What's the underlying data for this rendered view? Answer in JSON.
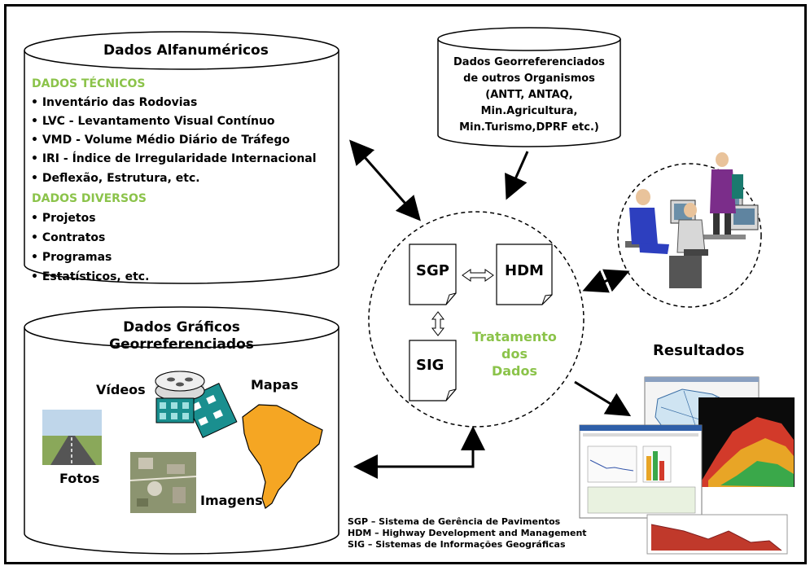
{
  "alpha": {
    "title": "Dados Alfanuméricos",
    "tech_header": "DADOS TÉCNICOS",
    "tech_items": [
      "• Inventário das Rodovias",
      "• LVC - Levantamento Visual Contínuo",
      "• VMD - Volume Médio Diário de Tráfego",
      "• IRI - Índice de Irregularidade Internacional",
      "• Deflexão, Estrutura, etc."
    ],
    "misc_header": "DADOS DIVERSOS",
    "misc_items": [
      "• Projetos",
      "• Contratos",
      "• Programas",
      "• Estatísticos, etc."
    ]
  },
  "geo_other": {
    "lines": [
      "Dados Georreferenciados",
      "de outros Organismos",
      "(ANTT, ANTAQ,",
      "Min.Agricultura,",
      "Min.Turismo,DPRF etc.)"
    ]
  },
  "graphic": {
    "title_line1": "Dados Gráficos",
    "title_line2": "Georreferenciados",
    "videos": "Vídeos",
    "mapas": "Mapas",
    "fotos": "Fotos",
    "imagens": "Imagens"
  },
  "center": {
    "sgp": "SGP",
    "hdm": "HDM",
    "sig": "SIG",
    "tratamento": [
      "Tratamento",
      "dos",
      "Dados"
    ]
  },
  "results": {
    "title": "Resultados"
  },
  "legend": {
    "lines": [
      "SGP – Sistema de Gerência de Pavimentos",
      "HDM – Highway Development and Management",
      "SIG – Sistemas de Informações Geográficas"
    ]
  },
  "colors": {
    "accent_green": "#8bc34a",
    "film_teal": "#1a8f8f",
    "map_orange": "#f5a623"
  }
}
